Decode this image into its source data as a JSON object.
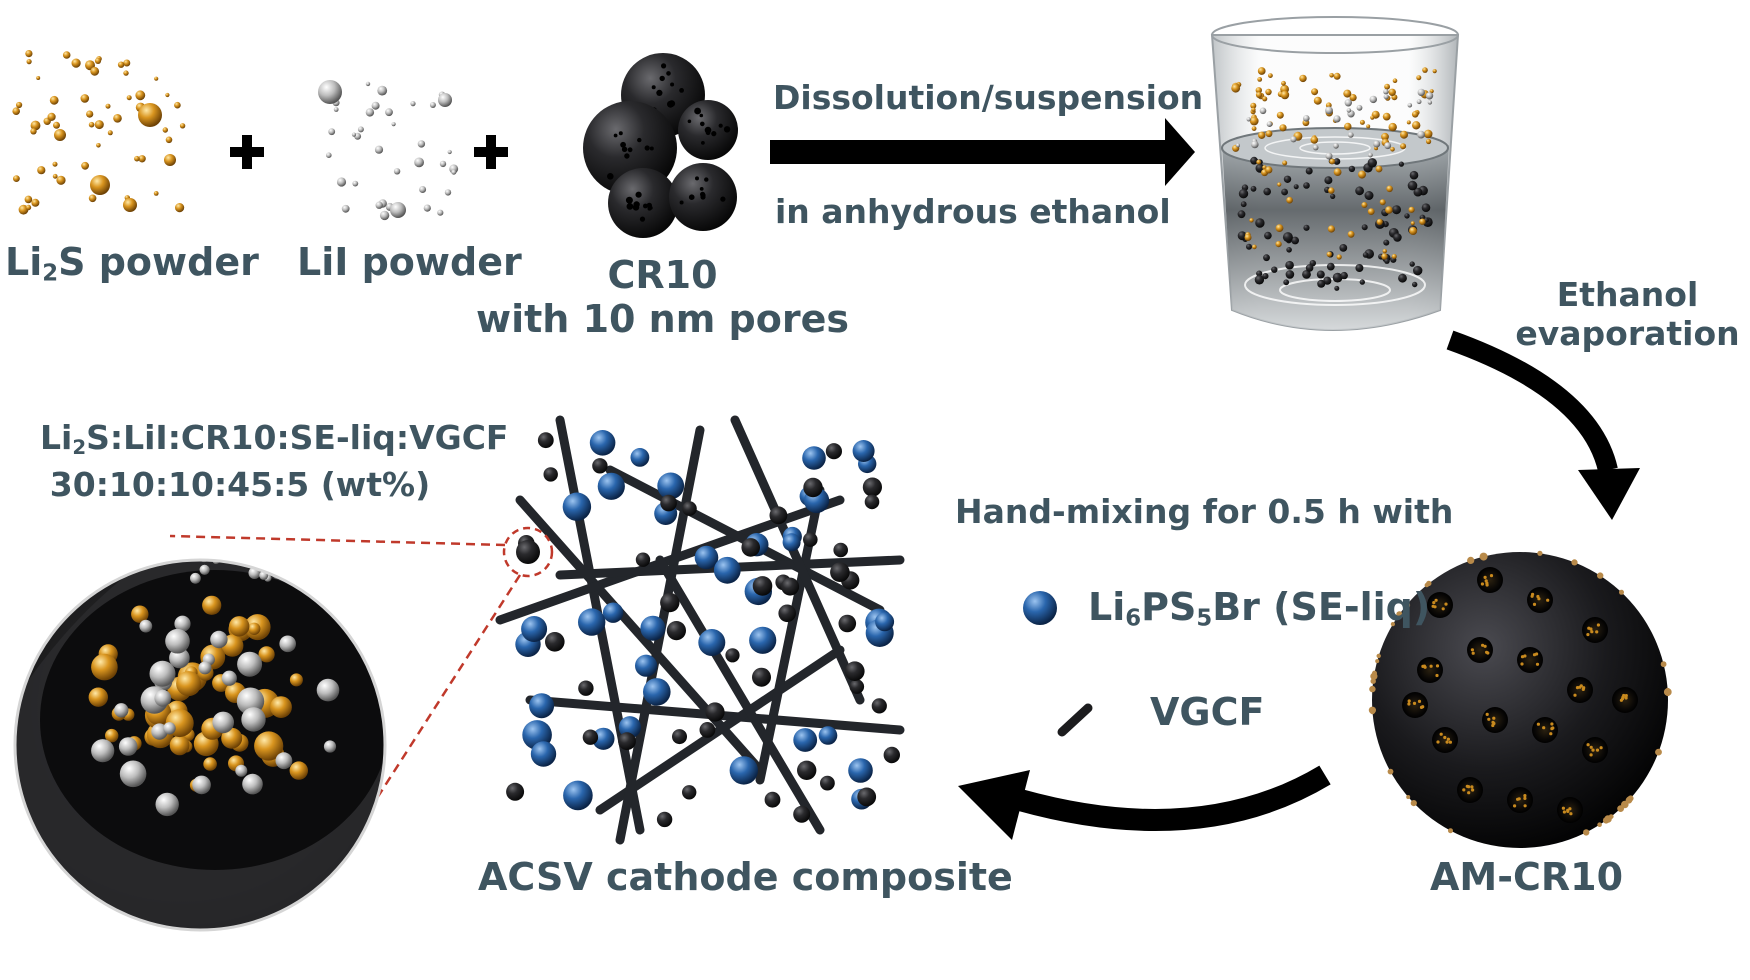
{
  "colors": {
    "text": "#3f5560",
    "gold": "#c98a1e",
    "silver": "#c8c8c8",
    "carbon": "#1c1c1e",
    "electrolyte_blue": "#1f5a9a",
    "zoom_dashed_red": "#c0392b",
    "arrow": "#000000"
  },
  "reactants": {
    "li2s": {
      "pre": "Li",
      "sub": "2",
      "post": "S powder"
    },
    "lii": {
      "label": "LiI powder"
    },
    "cr10": {
      "line1": "CR10",
      "line2": "with 10 nm pores"
    },
    "plus": "+"
  },
  "step1": {
    "label_top": "Dissolution/suspension",
    "label_bottom": "in anhydrous ethanol"
  },
  "step2": {
    "line1": "Ethanol",
    "line2": "evaporation"
  },
  "am_cr10": {
    "label": "AM-CR10"
  },
  "mixing": {
    "title": "Hand-mixing for 0.5 h with",
    "se": {
      "pre": "Li",
      "sub1": "6",
      "mid": "PS",
      "sub2": "5",
      "post": "Br (SE-liq)"
    },
    "vgcf": "VGCF"
  },
  "composite": {
    "label": "ACSV cathode composite"
  },
  "ratio": {
    "line1": {
      "pre": "Li",
      "sub": "2",
      "post": "S:LiI:CR10:SE-liq:VGCF"
    },
    "line2": "30:10:10:45:5 (wt%)"
  },
  "icons": [
    "plus-icon",
    "process-arrow",
    "beaker",
    "porous-carbon-sphere",
    "zoomed-pore-view",
    "electrolyte-particle-icon",
    "vgcf-fiber-icon"
  ]
}
